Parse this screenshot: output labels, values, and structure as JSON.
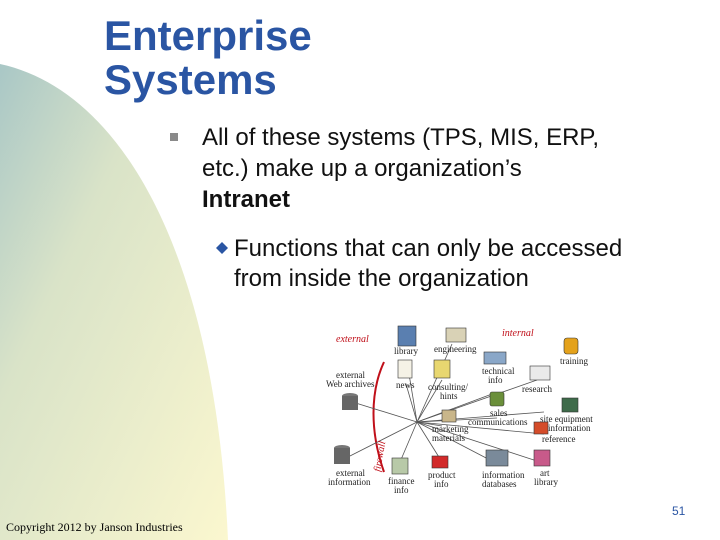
{
  "slide": {
    "title_line1": "Enterprise",
    "title_line2": "Systems",
    "bullet": {
      "line1": "All of these systems (TPS, MIS, ERP,",
      "line2": "etc.) make up a organization’s",
      "emphasis": "Intranet"
    },
    "sub_bullet": {
      "line1": "Functions that can only be accessed",
      "line2": "from inside the organization"
    },
    "page_number": "51",
    "copyright": "Copyright 2012 by Janson Industries"
  },
  "diagram": {
    "external_label": "external",
    "internal_label": "internal",
    "firewall_label": "firewall",
    "labels": {
      "library": "library",
      "engineering": "engineering",
      "training": "training",
      "external_web_archives_1": "external",
      "external_web_archives_2": "Web archives",
      "news": "news",
      "consulting_1": "consulting/",
      "consulting_2": "hints",
      "technical_info_1": "technical",
      "technical_info_2": "info",
      "research": "research",
      "sales_1": "sales",
      "sales_2": "communications",
      "site_equipment_1": "site equipment",
      "site_equipment_2": "information",
      "marketing_1": "marketing",
      "marketing_2": "materials",
      "reference": "reference",
      "external_information_1": "external",
      "external_information_2": "information",
      "finance_info_1": "finance",
      "finance_info_2": "info",
      "product_info_1": "product",
      "product_info_2": "info",
      "information_databases_1": "information",
      "information_databases_2": "databases",
      "art_library_1": "art",
      "art_library_2": "library"
    }
  },
  "colors": {
    "title": "#2a55a3",
    "wedge": "#f5f1c8",
    "firewall": "#c0101a"
  }
}
